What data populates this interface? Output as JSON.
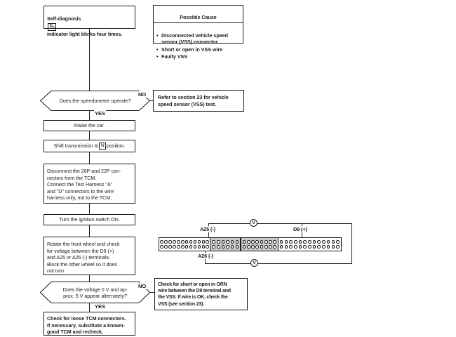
{
  "colors": {
    "line": "#1c1c1c",
    "shaded_block": "#c9c9c9",
    "background": "#ffffff"
  },
  "flowchart": {
    "start": {
      "pre": "Self-diagnosis",
      "symbol": "D",
      "symbol_sub": "4",
      "post": "indicator light blinks four times."
    },
    "possible_cause": {
      "title": "Possible Cause",
      "items": [
        "Disconnected vehicle speed\nsensor (VSS) connector",
        "Short or open in VSS wire",
        "Faulty VSS"
      ]
    },
    "decision1": {
      "text": "Does the speedometer operate?",
      "no": "NO",
      "yes": "YES"
    },
    "refer_box": "Refer to section 23 for vehicle\nspeed sensor (VSS) test.",
    "raise_box": "Raise the car.",
    "shift_box": {
      "pre": "Shift transmission to",
      "symbol": "N",
      "post": "position."
    },
    "disconnect_box": "Disconnect the 26P and 22P con-\nnectors from the TCM.\nConnect the Test Harness \"A\"\nand \"D\" connectors to the wire\nharness only, not to the TCM.",
    "ignition_box": "Turn the ignition switch ON.",
    "rotate_box": "Rotate the front wheel and check\nfor voltage between the D9 (+)\nand A25 or A26 (-) terminals.\nBlock the other wheel so it does\nnot turn.",
    "decision2": {
      "text": "Does the voltage 0 V and ap-\nprox. 5 V appear alternately?",
      "no": "NO",
      "yes": "YES"
    },
    "orn_box": "Check for short or open in ORN\nwire between the D9 terminal and\nthe VSS. If wire is OK, check the\nVSS (see section 23).",
    "final_box": "Check for loose TCM connectors.\nIf necessary, substitute a known-\ngood TCM and recheck."
  },
  "connector": {
    "label_a25": "A25 (-)",
    "label_a26": "A26 (-)",
    "label_d9": "D9 (+)",
    "meter_symbol": "V",
    "rows": 2,
    "blocks": [
      {
        "pins": 12,
        "shaded": false
      },
      {
        "pins": 6,
        "shaded": true
      },
      {
        "pins": 8,
        "shaded": true
      },
      {
        "pins": 13,
        "shaded": false
      }
    ]
  }
}
